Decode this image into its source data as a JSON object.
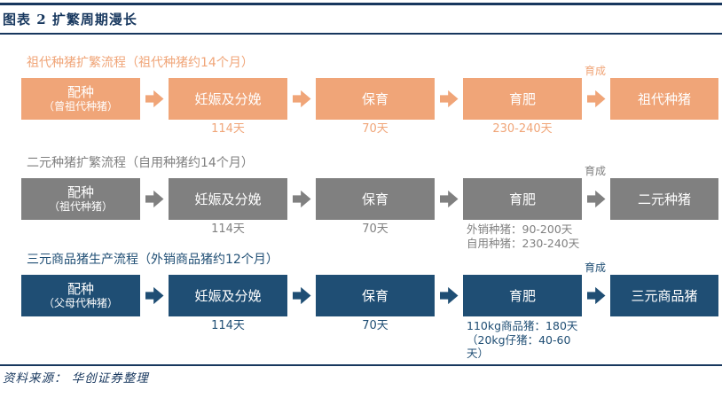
{
  "page": {
    "title": "图表 2  扩繁周期漫长",
    "source": "资料来源： 华创证券整理"
  },
  "colors": {
    "navy": "#17375E",
    "orange": "#F0A578",
    "gray": "#808080",
    "blue": "#1F4E74"
  },
  "rows": [
    {
      "title": "祖代种猪扩繁流程（祖代种猪约14个月）",
      "grow_label": "育成",
      "boxes": [
        {
          "label": "配种",
          "sublabel": "（曾祖代种猪）"
        },
        {
          "label": "妊娠及分娩",
          "captions": [
            "114天"
          ]
        },
        {
          "label": "保育",
          "captions": [
            "70天"
          ]
        },
        {
          "label": "育肥",
          "captions": [
            "230-240天"
          ]
        },
        {
          "label": "祖代种猪"
        }
      ]
    },
    {
      "title": "二元种猪扩繁流程（自用种猪约14个月）",
      "grow_label": "育成",
      "boxes": [
        {
          "label": "配种",
          "sublabel": "（祖代种猪）"
        },
        {
          "label": "妊娠及分娩",
          "captions": [
            "114天"
          ]
        },
        {
          "label": "保育",
          "captions": [
            "70天"
          ]
        },
        {
          "label": "育肥",
          "captions": [
            "外销种猪：90-200天",
            "自用种猪：230-240天"
          ]
        },
        {
          "label": "二元种猪"
        }
      ]
    },
    {
      "title": "三元商品猪生产流程（外销商品猪约12个月）",
      "grow_label": "育成",
      "boxes": [
        {
          "label": "配种",
          "sublabel": "（父母代种猪）"
        },
        {
          "label": "妊娠及分娩",
          "captions": [
            "114天"
          ]
        },
        {
          "label": "保育",
          "captions": [
            "70天"
          ]
        },
        {
          "label": "育肥",
          "captions": [
            "110kg商品猪：180天",
            "（20kg仔猪：40-60天）"
          ]
        },
        {
          "label": "三元商品猪"
        }
      ]
    }
  ]
}
